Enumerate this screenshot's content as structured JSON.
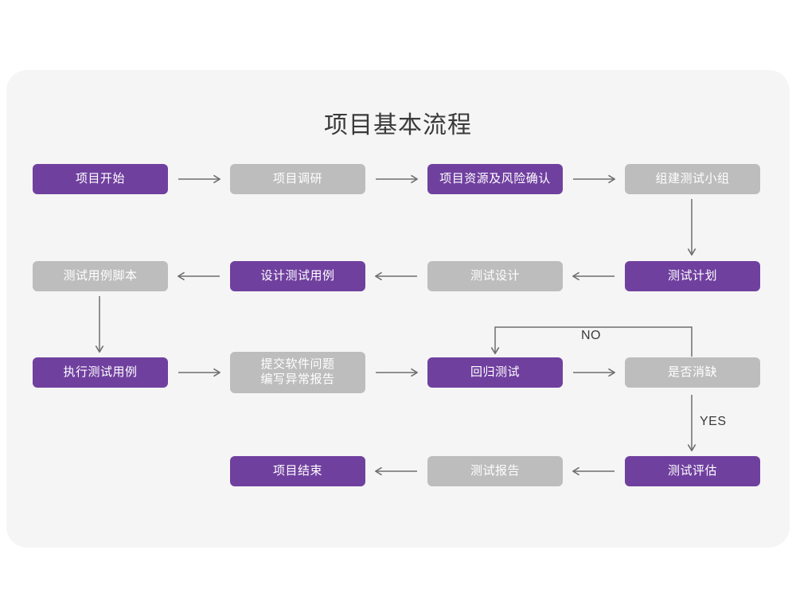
{
  "canvas": {
    "background": "#FFFFFF",
    "card_background": "#F5F5F5",
    "accent_purple": "#70409F",
    "accent_gray": "#BDBDBD",
    "line_color": "#6E6E6E",
    "text_color": "#3A3A3A"
  },
  "header": {
    "title": "项目基本流程"
  },
  "flow": {
    "rows": [
      {
        "nodes": [
          {
            "id": "n1",
            "label": "项目开始",
            "style": "purple"
          },
          {
            "id": "n2",
            "label": "项目调研",
            "style": "gray"
          },
          {
            "id": "n3",
            "label": "项目资源及风险确认",
            "style": "purple"
          },
          {
            "id": "n4",
            "label": "组建测试小组",
            "style": "gray"
          }
        ]
      },
      {
        "nodes": [
          {
            "id": "n8",
            "label": "测试用例脚本",
            "style": "gray"
          },
          {
            "id": "n7",
            "label": "设计测试用例",
            "style": "purple"
          },
          {
            "id": "n6",
            "label": "测试设计",
            "style": "gray"
          },
          {
            "id": "n5",
            "label": "测试计划",
            "style": "purple"
          }
        ]
      },
      {
        "nodes": [
          {
            "id": "n9",
            "label": "执行测试用例",
            "style": "purple"
          },
          {
            "id": "n10",
            "label_line1": "提交软件问题",
            "label_line2": "编写异常报告",
            "style": "gray"
          },
          {
            "id": "n11",
            "label": "回归测试",
            "style": "purple"
          },
          {
            "id": "n12",
            "label": "是否消缺",
            "style": "gray"
          }
        ]
      },
      {
        "nodes": [
          {
            "id": "n15",
            "label": "项目结束",
            "style": "purple"
          },
          {
            "id": "n14",
            "label": "测试报告",
            "style": "gray"
          },
          {
            "id": "n13",
            "label": "测试评估",
            "style": "purple"
          }
        ]
      }
    ],
    "edge_labels": {
      "no": "NO",
      "yes": "YES"
    }
  }
}
